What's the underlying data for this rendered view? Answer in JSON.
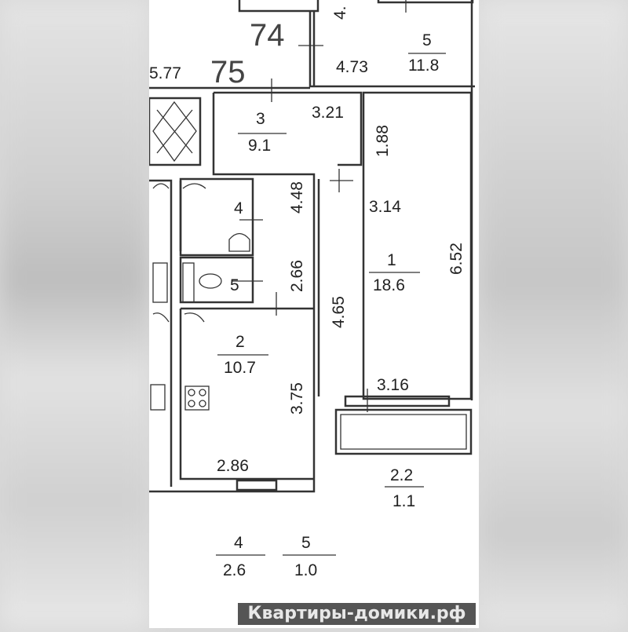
{
  "plan": {
    "building_numbers": [
      "74",
      "75"
    ],
    "top": {
      "partial_dim": "4.",
      "left_dim": "5.77",
      "corridor_dim": "4.73",
      "room5_num": "5",
      "room5_area": "11.8"
    },
    "room3": {
      "num": "3",
      "area": "9.1",
      "width": "3.21"
    },
    "hall_dims": {
      "d1": "1.88",
      "d2": "4.48",
      "d3": "3.14"
    },
    "room1": {
      "num": "1",
      "area": "18.6",
      "length": "6.52",
      "inner": "4.65",
      "width": "3.16"
    },
    "bath": {
      "num": "4",
      "wc_num": "5",
      "wc_dim": "2.66"
    },
    "kitchen": {
      "num": "2",
      "area": "10.7",
      "length": "3.75",
      "width": "2.86"
    },
    "balcony": {
      "num": "2.2",
      "area": "1.1"
    },
    "legend": [
      {
        "num": "4",
        "area": "2.6"
      },
      {
        "num": "5",
        "area": "1.0"
      }
    ]
  },
  "watermark": "Квартиры-домики.рф",
  "colors": {
    "watermark_bg": "#555555",
    "logo_green": "#8bc34a"
  }
}
